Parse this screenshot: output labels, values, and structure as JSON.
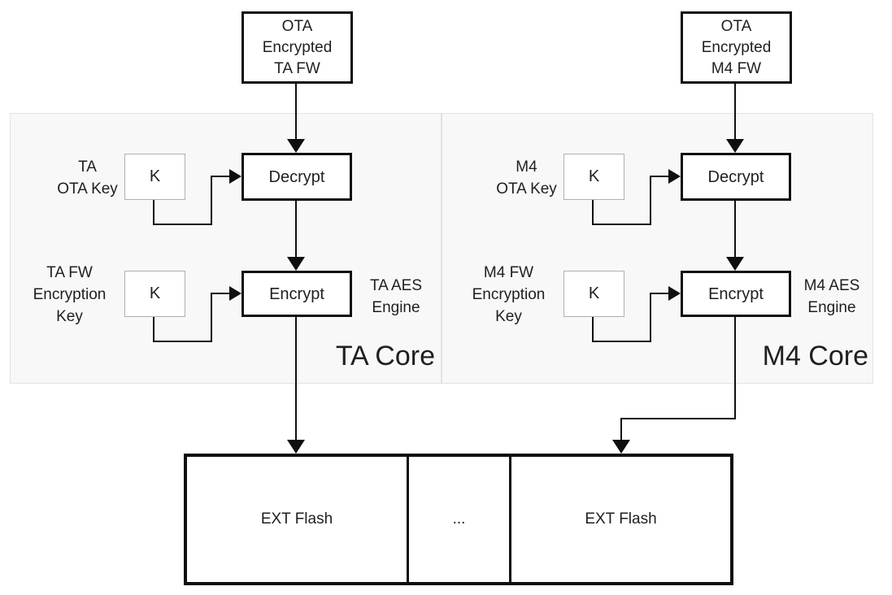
{
  "diagram_type": "firmware-ota-encryption-flow",
  "colors": {
    "background": "#ffffff",
    "region_fill": "#f8f8f8",
    "region_border": "#e2e2e2",
    "box_border": "#0f0f0f",
    "key_box_border": "#b0b0b0",
    "line": "#0f0f0f",
    "text": "#1f1f1f"
  },
  "cores": [
    {
      "id": "ta",
      "ota_fw_box": {
        "lines": [
          "OTA",
          "Encrypted",
          "TA FW"
        ]
      },
      "ota_key_label": {
        "lines": [
          "TA",
          "OTA Key"
        ]
      },
      "ota_key_symbol": "K",
      "decrypt_label": "Decrypt",
      "fw_key_label": {
        "lines": [
          "TA FW",
          "Encryption",
          "Key"
        ]
      },
      "fw_key_symbol": "K",
      "encrypt_label": "Encrypt",
      "aes_engine_label": {
        "lines": [
          "TA AES",
          "Engine"
        ]
      },
      "core_label": "TA Core"
    },
    {
      "id": "m4",
      "ota_fw_box": {
        "lines": [
          "OTA",
          "Encrypted",
          "M4 FW"
        ]
      },
      "ota_key_label": {
        "lines": [
          "M4",
          "OTA Key"
        ]
      },
      "ota_key_symbol": "K",
      "decrypt_label": "Decrypt",
      "fw_key_label": {
        "lines": [
          "M4 FW",
          "Encryption",
          "Key"
        ]
      },
      "fw_key_symbol": "K",
      "encrypt_label": "Encrypt",
      "aes_engine_label": {
        "lines": [
          "M4 AES",
          "Engine"
        ]
      },
      "core_label": "M4 Core"
    }
  ],
  "ext_flash": {
    "left_label": "EXT Flash",
    "middle_label": "...",
    "right_label": "EXT Flash"
  }
}
